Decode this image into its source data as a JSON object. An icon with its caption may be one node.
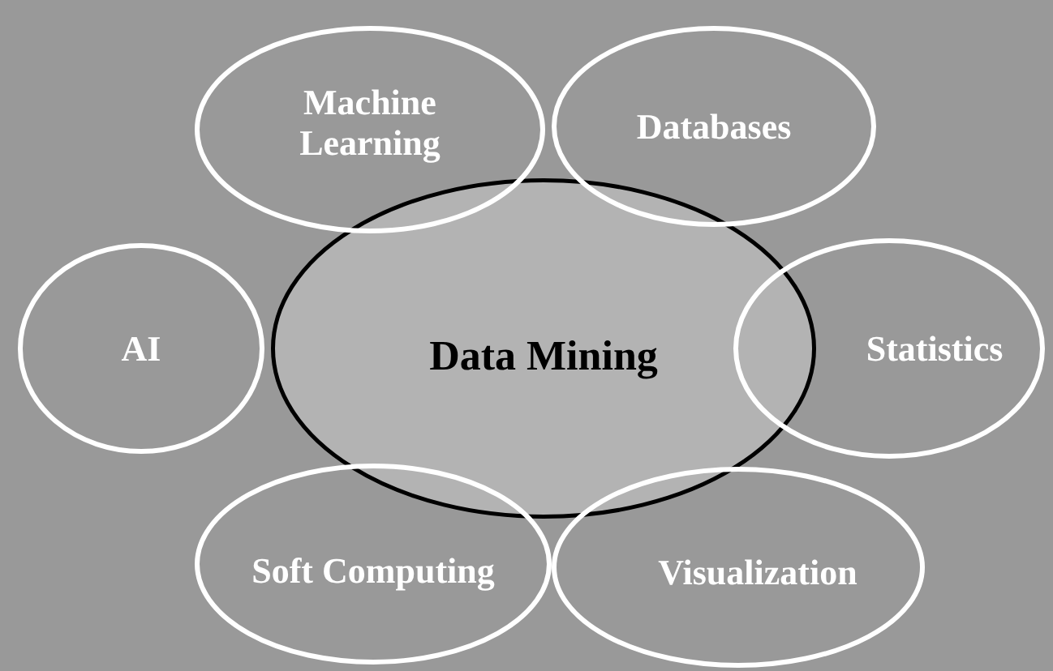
{
  "diagram": {
    "nodes": [
      {
        "text": [
          "Data Mining"
        ]
      },
      {
        "text": [
          "Machine Learning"
        ]
      },
      {
        "text": [
          "Databases"
        ]
      },
      {
        "text": [
          "AI"
        ]
      },
      {
        "text": [
          "Statistics"
        ]
      },
      {
        "text": [
          "Soft Computing"
        ]
      },
      {
        "text": [
          "Visualization"
        ]
      }
    ]
  }
}
